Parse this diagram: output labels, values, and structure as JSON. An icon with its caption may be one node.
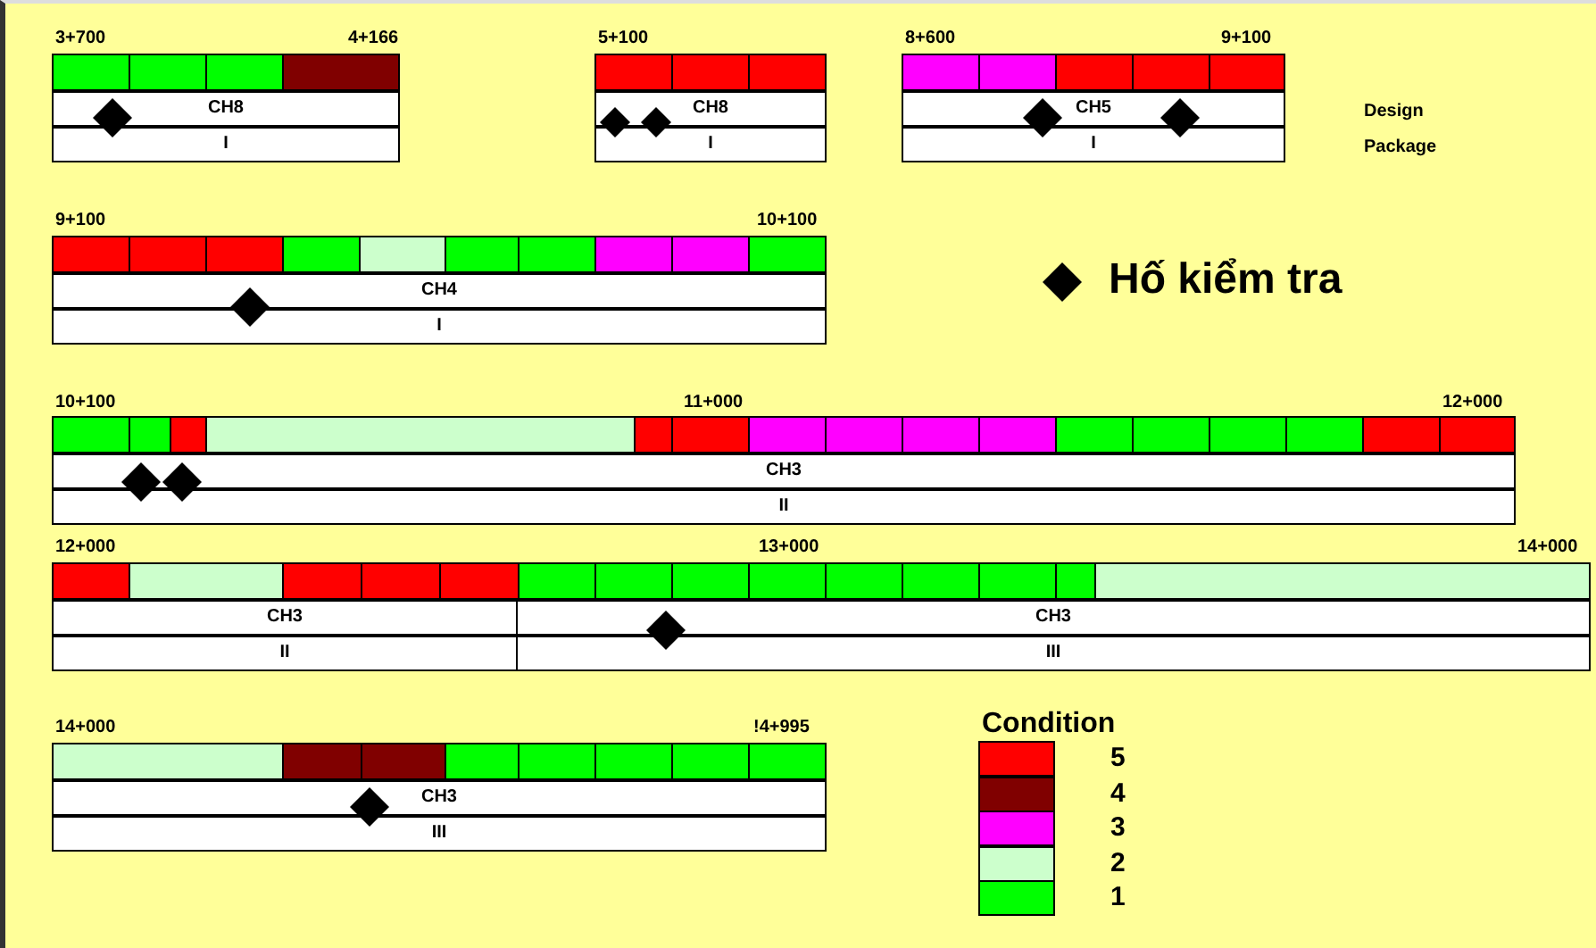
{
  "diagram": {
    "nodes": [
      {
        "text": [
          "CH8"
        ]
      },
      {
        "text": [
          "I"
        ]
      },
      {
        "text": [
          "CH8"
        ]
      },
      {
        "text": [
          "I"
        ]
      },
      {
        "text": [
          "CH5"
        ]
      },
      {
        "text": [
          "I"
        ]
      },
      {
        "text": [
          "CH4"
        ]
      },
      {
        "text": [
          "I"
        ]
      },
      {
        "text": [
          "CH3"
        ]
      },
      {
        "text": [
          "II"
        ]
      },
      {
        "text": [
          "CH3"
        ]
      },
      {
        "text": [
          "CH3"
        ]
      },
      {
        "text": [
          "II"
        ]
      },
      {
        "text": [
          "III"
        ]
      },
      {
        "text": [
          "CH3"
        ]
      },
      {
        "text": [
          "III"
        ]
      }
    ],
    "edges": [],
    "labels": [
      "3+700",
      "4+166",
      "5+100",
      "8+600",
      "9+100",
      "Design",
      "Package",
      "9+100",
      "10+100",
      "10+100",
      "11+000",
      "12+000",
      "12+000",
      "13+000",
      "14+000",
      "14+000",
      "!4+995",
      "Condition"
    ],
    "legend": [
      {
        "text": "Hố kiểm tra"
      },
      {
        "text": "5",
        "color": "#ff0000"
      },
      {
        "text": "4",
        "color": "#800000"
      },
      {
        "text": "3",
        "color": "#ff00ff"
      },
      {
        "text": "2",
        "color": "#ccffcc"
      },
      {
        "text": "1",
        "color": "#00ff00"
      }
    ]
  }
}
